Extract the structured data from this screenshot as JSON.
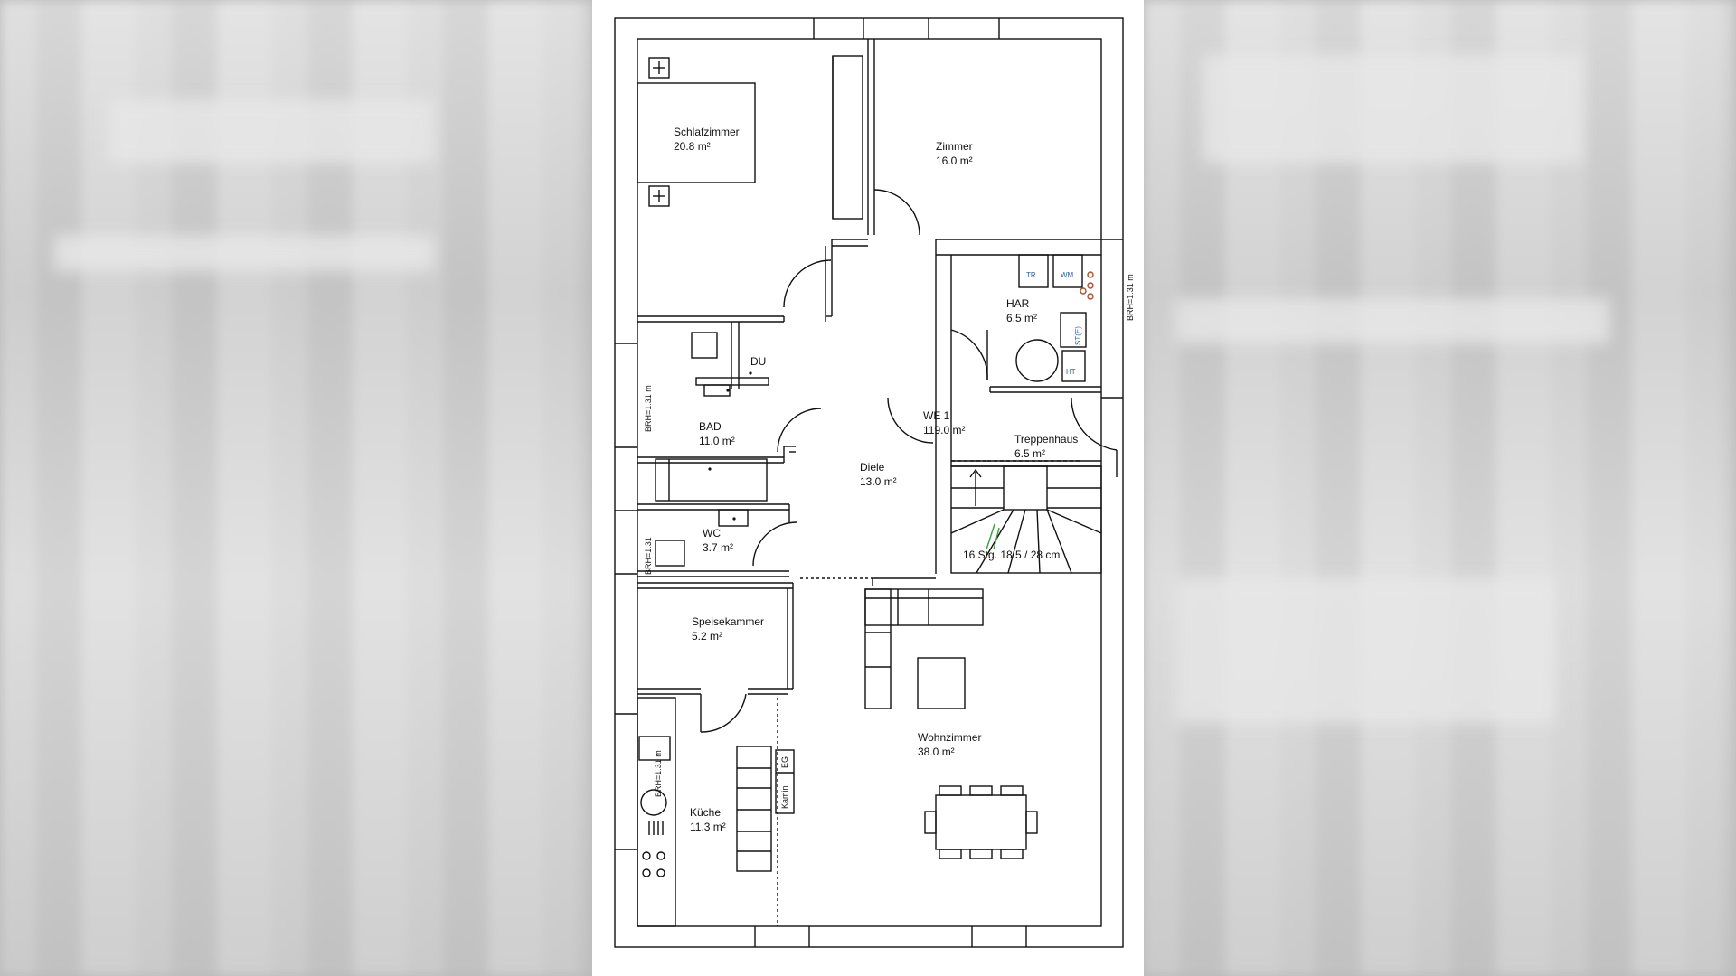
{
  "rooms": {
    "schlafzimmer": {
      "name": "Schlafzimmer",
      "area": "20.8 m²"
    },
    "zimmer": {
      "name": "Zimmer",
      "area": "16.0 m²"
    },
    "har": {
      "name": "HAR",
      "area": "6.5 m²"
    },
    "bad": {
      "name": "BAD",
      "area": "11.0 m²"
    },
    "du": {
      "name": "DU"
    },
    "we": {
      "name": "WE 1",
      "area": "119.0 m²"
    },
    "diele": {
      "name": "Diele",
      "area": "13.0 m²"
    },
    "treppenhaus": {
      "name": "Treppenhaus",
      "area": "6.5 m²"
    },
    "wc": {
      "name": "WC",
      "area": "3.7 m²"
    },
    "speisekammer": {
      "name": "Speisekammer",
      "area": "5.2 m²"
    },
    "wohnzimmer": {
      "name": "Wohnzimmer",
      "area": "38.0 m²"
    },
    "kueche": {
      "name": "Küche",
      "area": "11.3 m²"
    }
  },
  "stairs": {
    "label": "16 Stg. 18.5 / 28 cm"
  },
  "brh": {
    "right": "BRH=1.31 m",
    "bad": "BRH=1.31 m",
    "wc": "BRH=1.31",
    "kueche": "BRH=1.31 m"
  },
  "fixtures": {
    "tr": "TR",
    "wm": "WM",
    "heat": "ST(E)",
    "ht": "HT",
    "eg": "EG",
    "kamin": "Kamin"
  }
}
